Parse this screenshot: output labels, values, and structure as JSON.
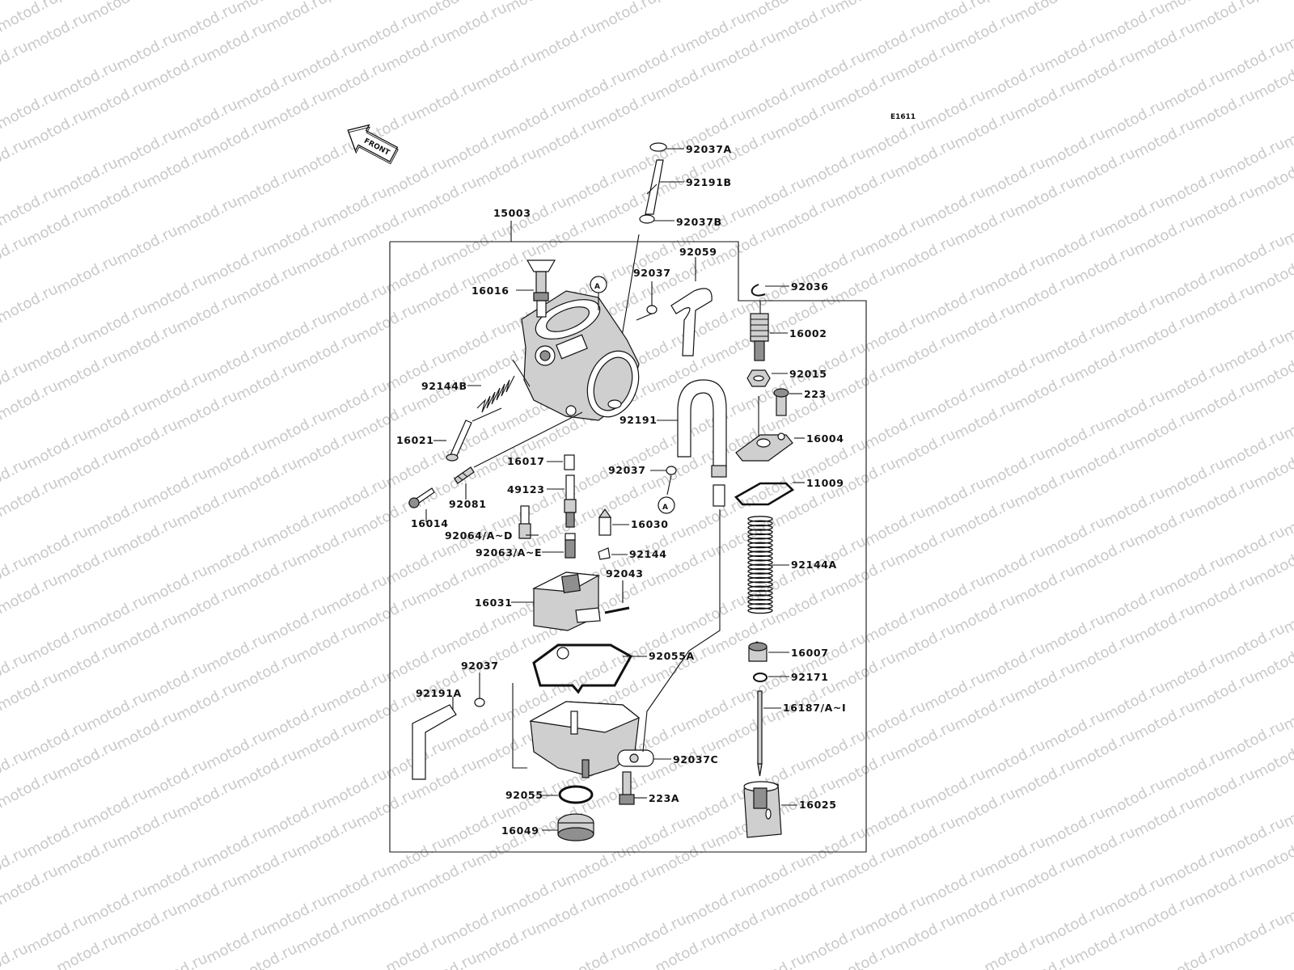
{
  "diagram": {
    "code": "E1611",
    "front_marker": "FRONT",
    "watermark": "motod.ru",
    "callout_marker": "A"
  },
  "part_labels": {
    "p92037A": "92037A",
    "p92191B": "92191B",
    "p92037B": "92037B",
    "p15003": "15003",
    "p92059": "92059",
    "p92037_top": "92037",
    "p92036": "92036",
    "p16016": "16016",
    "p16002": "16002",
    "p92015": "92015",
    "p223": "223",
    "p92144B": "92144B",
    "p92191": "92191",
    "p16004": "16004",
    "p16021": "16021",
    "p16017": "16017",
    "p92037_mid": "92037",
    "p11009": "11009",
    "p49123": "49123",
    "p92081": "92081",
    "p16014": "16014",
    "p16030": "16030",
    "p92064": "92064/A~D",
    "p92063": "92063/A~E",
    "p92144": "92144",
    "p92144A": "92144A",
    "p92043": "92043",
    "p16031": "16031",
    "p16007": "16007",
    "p92055A": "92055A",
    "p92037_low": "92037",
    "p92171": "92171",
    "p92191A": "92191A",
    "p16187": "16187/A~I",
    "p92037C": "92037C",
    "p223A": "223A",
    "p92055": "92055",
    "p16025": "16025",
    "p16049": "16049"
  }
}
